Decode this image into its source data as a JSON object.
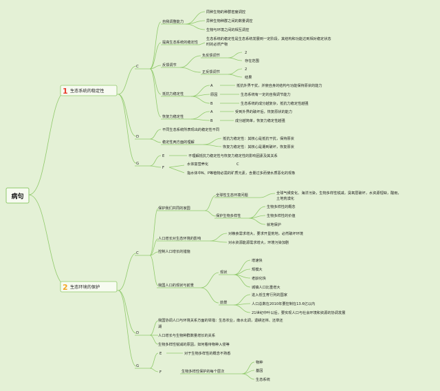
{
  "root": "病句",
  "colors": {
    "line": "#8fc96a",
    "background": "#e4f1d6",
    "number": "#e83a2c",
    "number2": "#f5a623",
    "box": "#8fc96a"
  },
  "b1": {
    "num": "1",
    "title": "生态系统的稳定性",
    "C": {
      "label": "C",
      "zt": "自我调整能力",
      "zt_items": [
        "同种生物的种群密度调控",
        "异种生物种群之间的数量调控",
        "生物与环境之间的相互调控"
      ],
      "tg": "提高生态系统的稳定性",
      "tg_note": [
        "生态系统的稳定性是生态系统发展到一定阶段，其结构和功能达到相对稳定状态",
        "时的必然产物"
      ],
      "fk": "反馈调节",
      "fu": "负反馈调节",
      "fu_notes": [
        "2",
        "存在范围"
      ],
      "zheng": "正反馈调节",
      "zheng_notes": [
        "2",
        "结果"
      ],
      "dk": "抵抗力稳定性",
      "dk_a_letter": "A",
      "dk_a": "抵抗外界干扰，并使自身的结构与功能保持原状的能力",
      "dk_y_letter": "原因",
      "dk_y": "生态系统有一定的自我调节能力",
      "dk_b_letter": "B",
      "dk_b": "生态系统的成分越复杂，抵抗力稳定性越强",
      "hf": "恢复力稳定性",
      "hf_a_letter": "A",
      "hf_a": "受到外界的破坏后，恢复原状的能力",
      "hf_b_letter": "B",
      "hf_b": "成分越简单，恢复力稳定性越强"
    },
    "D": {
      "label": "D",
      "d1": "不同生态系统所表现出的稳定性不同",
      "d2": "稳定性两方面的理解",
      "d2a": "抵抗力稳定性：其核心是抵抗干扰，保持原状",
      "d2b": "恢复力稳定性：其核心是遭到破坏，恢复原状"
    },
    "G": {
      "label": "G",
      "E": "E",
      "e_text": "不理解抵抗力稳定性与恢复力稳定性的影响因素及其关系",
      "F": "F",
      "f_head": "水体富营养化",
      "f_mark": "C",
      "f_text": "指水体中N、P等植物必需的矿质元素，含量过多而使水质恶化的现象"
    }
  },
  "b2": {
    "num": "2",
    "title": "生态环境的保护",
    "C": {
      "label": "C",
      "bh": "保护我们共同的家园",
      "qq": "全球性生态环境问题",
      "qq_text": [
        "全球气候变化、海洋污染，生物多样性锐减，臭氧层破坏，水资源短缺，酸雨，",
        "土地荒漠化"
      ],
      "sw": "保护生物多样性",
      "sw_items": [
        "生物多样性的概念",
        "生物多样性的价值",
        "就地保护"
      ],
      "rk": "人口增长对生态环境的影响",
      "rk_items": [
        "对粮食需求增大，要求开垦荒地，必然破坏环境",
        "对水资源能源需求增大，环境污染加剧"
      ],
      "kz": "控制人口增长的措施",
      "wg": "我国人口的现状与前景",
      "xz": "现状",
      "xz_items": [
        "增速快",
        "规模大",
        "老龄化快",
        "城镇人口比重增大"
      ],
      "qj": "前景",
      "qj_items": [
        "进入低生育行列的国家",
        "人口总数在2010年要控制在13.6亿以内",
        "21世纪中叶以后，要实现人口与社会环境和资源的协调发展"
      ]
    },
    "D": {
      "label": "D",
      "d1": [
        "我国协调人口与环境关系方面的举措：生态农业，南水北调，退耕还林、还草还",
        "湖"
      ],
      "d2": "人口增长与生物种群数量增长的关系",
      "d3": "生物多样性锐减的原因，如何看待物种入侵等"
    },
    "G": {
      "label": "G",
      "E": "E",
      "e_text": "对于生物多样性的概念不熟悉",
      "F": "F",
      "f_text": "生物多样性保护的每个层次",
      "f_items": [
        "物种",
        "基因",
        "生态系统"
      ]
    }
  }
}
